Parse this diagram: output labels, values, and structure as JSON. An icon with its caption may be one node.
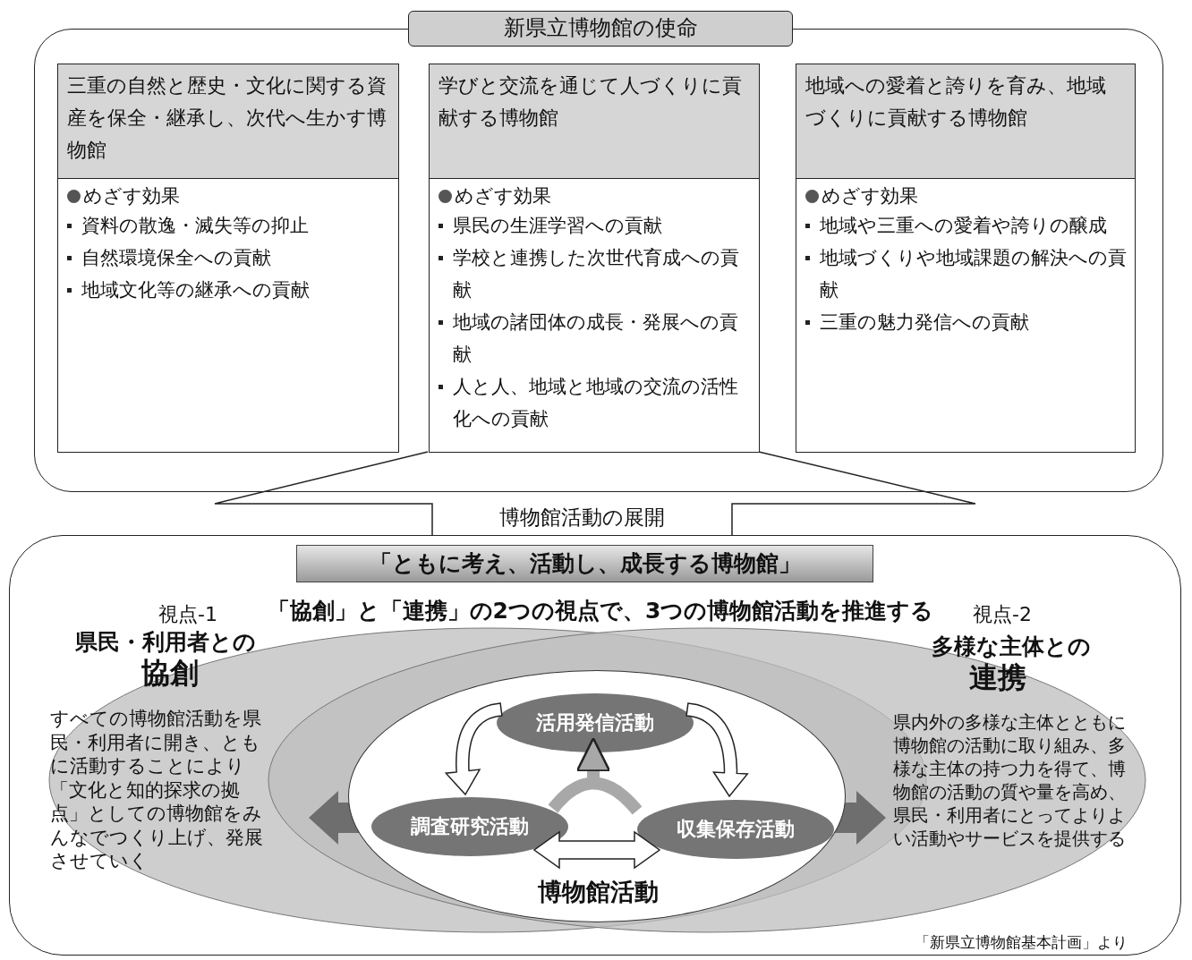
{
  "diagram": {
    "nodes": [
      {
        "text": [
          "新県立博物館の使命"
        ]
      },
      {
        "text": [
          "三重の自然と歴史・文化に関する資産を保全・継承し、次代へ生かす博物館",
          "めざす効果",
          "資料の散逸・滅失等の抑止",
          "自然環境保全への貢献",
          "地域文化等の継承への貢献"
        ],
        "in": 0
      },
      {
        "text": [
          "学びと交流を通じて人づくりに貢献する博物館",
          "めざす効果",
          "県民の生涯学習への貢献",
          "学校と連携した次世代育成への貢献",
          "地域の諸団体の成長・発展への貢献",
          "人と人、地域と地域の交流の活性化への貢献"
        ],
        "in": 0
      },
      {
        "text": [
          "地域への愛着と誇りを育み、地域づくりに貢献する博物館",
          "めざす効果",
          "地域や三重への愛着や誇りの醸成",
          "地域づくりや地域課題の解決への貢献",
          "三重の魅力発信への貢献"
        ],
        "in": 0
      },
      {
        "text": [
          "「協創」と「連携」の2つの視点で、3つの博物館活動を推進する"
        ]
      },
      {
        "text": [
          "「ともに考え、活動し、成長する博物館」"
        ],
        "in": 4
      },
      {
        "text": [
          "博物館活動"
        ],
        "in": 4
      },
      {
        "text": [
          "活用発信活動"
        ],
        "in": 6
      },
      {
        "text": [
          "調査研究活動"
        ],
        "in": 6
      },
      {
        "text": [
          "収集保存活動"
        ],
        "in": 6
      }
    ],
    "edges": [
      {
        "from": 7,
        "to": 8,
        "arrow": "to"
      },
      {
        "from": 7,
        "to": 9,
        "arrow": "to"
      },
      {
        "from": 8,
        "to": 7,
        "arrow": "to"
      },
      {
        "from": 9,
        "to": 7,
        "arrow": "to"
      },
      {
        "from": 8,
        "to": 9,
        "arrow": "both"
      }
    ],
    "labels": [
      "博物館活動の展開",
      "視点-1",
      "県民・利用者との",
      "協創",
      "すべての博物館活動を県民・利用者に開き、ともに活動することにより「文化と知的探求の拠点」としての博物館をみんなでつくり上げ、発展させていく",
      "視点-2",
      "多様な主体との",
      "連携",
      "県内外の多様な主体とともに博物館の活動に取り組み、多様な主体の持つ力を得て、博物館の活動の質や量を高め、県民・利用者にとってよりよい活動やサービスを提供する",
      "「新県立博物館基本計画」より"
    ]
  }
}
